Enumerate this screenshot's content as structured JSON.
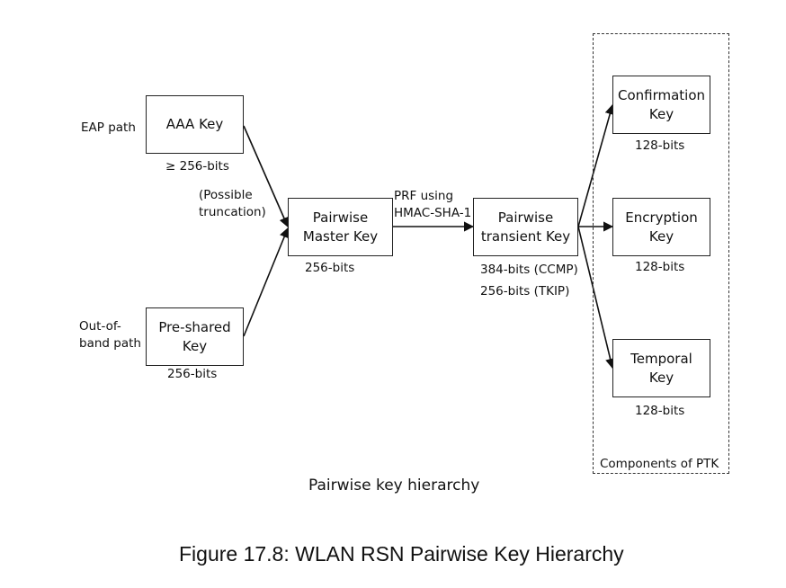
{
  "diagram": {
    "paths": {
      "eap": "EAP path",
      "oob": "Out-of-\nband path"
    },
    "boxes": {
      "aaa_key": "AAA Key",
      "preshared_key": "Pre-shared\nKey",
      "pmk": "Pairwise\nMaster Key",
      "ptk": "Pairwise\ntransient Key",
      "confirmation_key": "Confirmation\nKey",
      "encryption_key": "Encryption\nKey",
      "temporal_key": "Temporal\nKey"
    },
    "sizes": {
      "aaa_key": "≥ 256-bits",
      "preshared_key": "256-bits",
      "pmk": "256-bits",
      "ptk_ccmp": "384-bits (CCMP)",
      "ptk_tkip": "256-bits (TKIP)",
      "confirmation_key": "128-bits",
      "encryption_key": "128-bits",
      "temporal_key": "128-bits"
    },
    "annotations": {
      "truncation": "(Possible\ntruncation)",
      "prf": "PRF using\nHMAC-SHA-1"
    },
    "group_label": "Components of PTK",
    "caption": "Pairwise key hierarchy"
  },
  "figure_title": "Figure 17.8: WLAN RSN Pairwise Key Hierarchy"
}
